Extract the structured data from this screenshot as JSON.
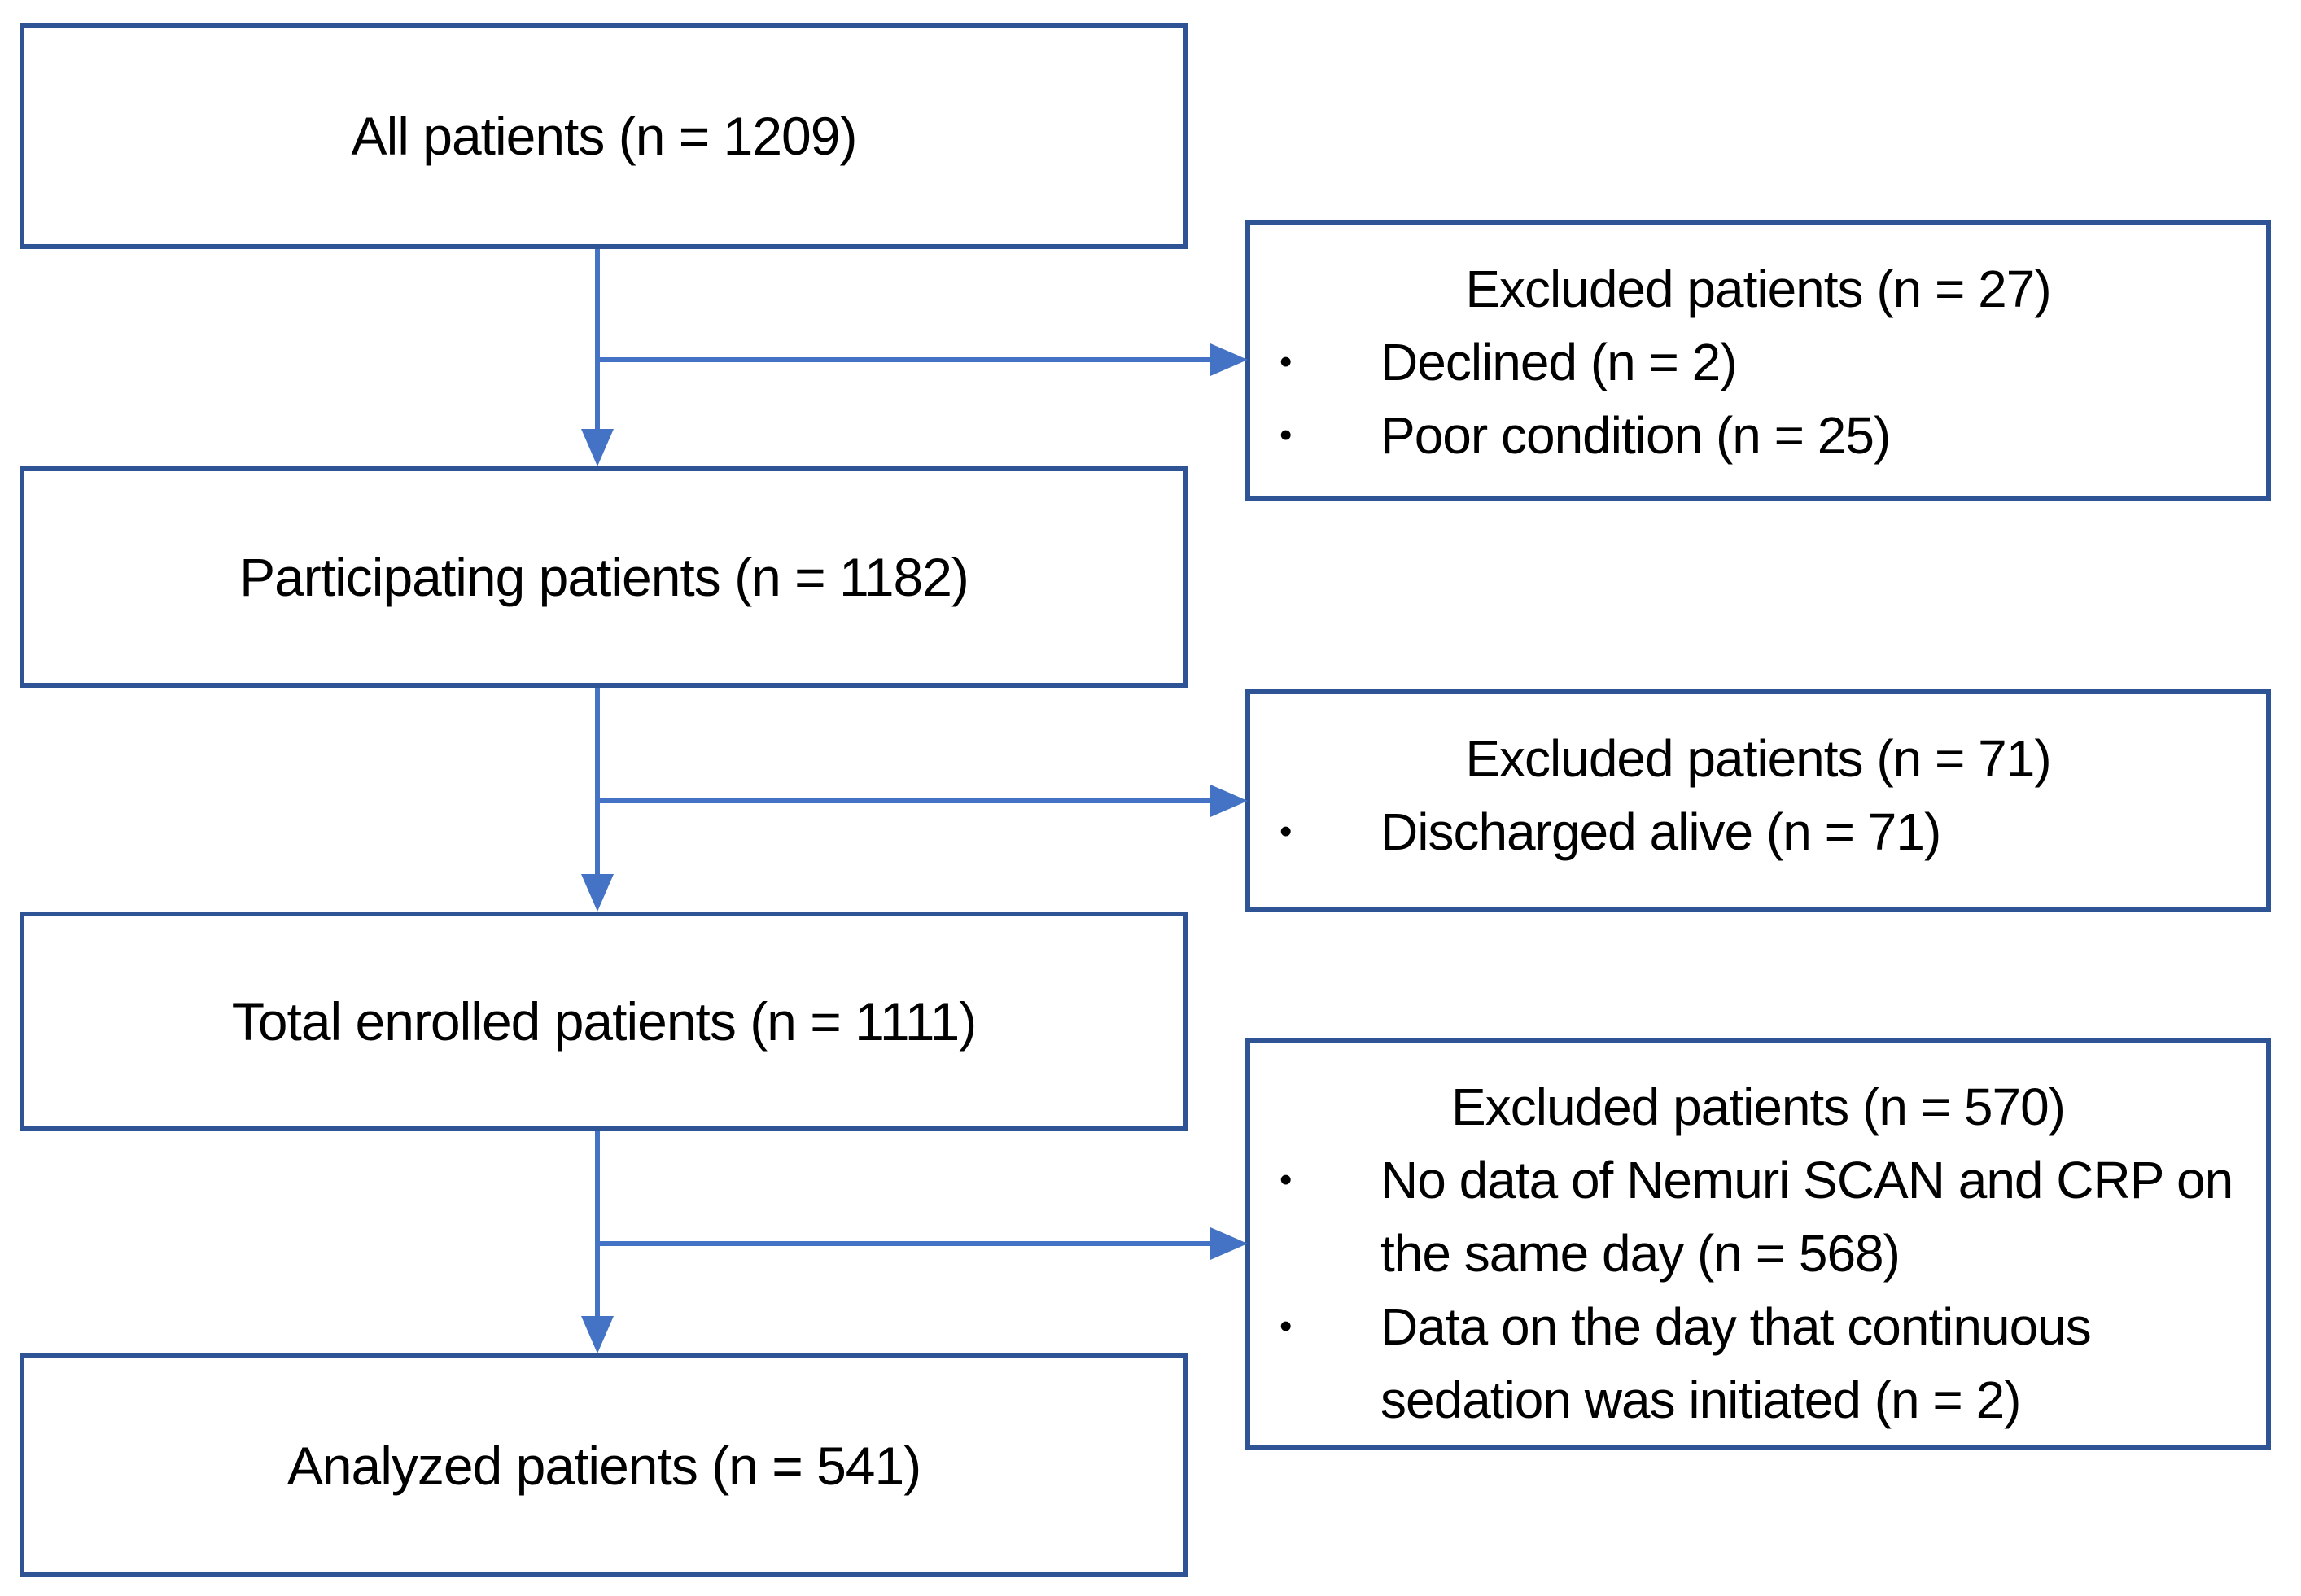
{
  "glyphs": {
    "bullet": "•"
  },
  "colors": {
    "box_border": "#2F5496",
    "arrow": "#4472C4",
    "text": "#000000",
    "background": "#FFFFFF"
  },
  "flow": {
    "main_boxes": [
      {
        "label": "All patients (n = 1209)"
      },
      {
        "label": "Participating patients (n = 1182)"
      },
      {
        "label": "Total enrolled patients (n = 1111)"
      },
      {
        "label": "Analyzed patients (n = 541)"
      }
    ],
    "exclusion_boxes": [
      {
        "title": "Excluded patients (n = 27)",
        "items": [
          "Declined (n = 2)",
          "Poor condition (n = 25)"
        ]
      },
      {
        "title": "Excluded patients (n = 71)",
        "items": [
          "Discharged alive (n = 71)"
        ]
      },
      {
        "title": "Excluded patients (n = 570)",
        "items": [
          "No data of Nemuri SCAN and CRP on the same day (n = 568)",
          "Data on the day that continuous sedation was initiated (n = 2)"
        ]
      }
    ]
  }
}
